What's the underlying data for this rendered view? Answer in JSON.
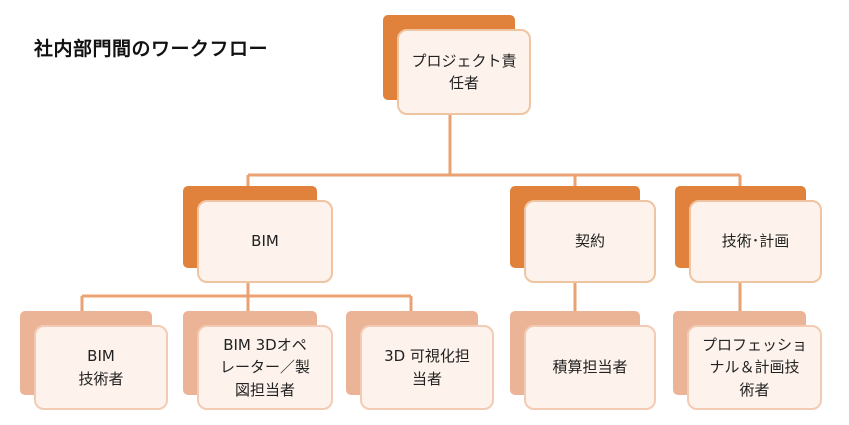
{
  "title": "社内部門間のワークフロー",
  "colors": {
    "connector": "#eba272",
    "dark_back": "#e0823c",
    "light_back": "#ecb497",
    "box_fill": "#fdf3ec"
  },
  "nodes": {
    "project_manager": "プロジェクト責\n任者",
    "bim": "BIM",
    "contract": "契約",
    "tech_planning": "技術･計画",
    "bim_engineer": "BIM\n技術者",
    "bim_3d_operator": "BIM 3Dオペ\nレーター／製\n図担当者",
    "visualization": "3D 可視化担\n当者",
    "estimator": "積算担当者",
    "professional_planner": "プロフェッショ\nナル＆計画技\n術者"
  }
}
